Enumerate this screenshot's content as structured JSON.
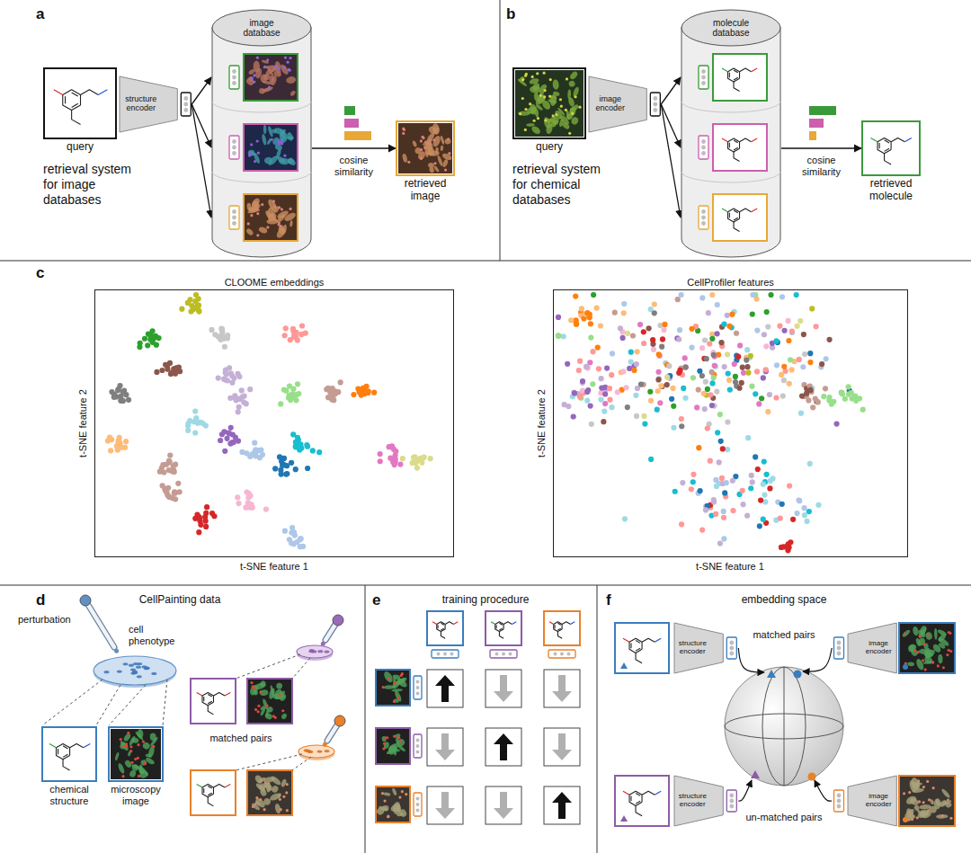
{
  "diagram": {
    "nodes": [
      {
        "text": [
          "query"
        ]
      },
      {
        "text": [
          "structure encoder"
        ]
      },
      {
        "text": [
          "image database"
        ]
      },
      {
        "text": [
          "retrieved image"
        ]
      },
      {
        "text": [
          "query"
        ]
      },
      {
        "text": [
          "image encoder"
        ]
      },
      {
        "text": [
          "molecule database"
        ]
      },
      {
        "text": [
          "retrieved molecule"
        ]
      },
      {
        "text": [
          "CLOOME embeddings"
        ]
      },
      {
        "text": [
          "CellProfiler features"
        ]
      },
      {
        "text": [
          "chemical structure"
        ]
      },
      {
        "text": [
          "microscopy image"
        ]
      },
      {
        "text": [
          "structure encoder"
        ]
      },
      {
        "text": [
          "image encoder"
        ]
      },
      {
        "text": [
          "structure encoder"
        ]
      },
      {
        "text": [
          "image encoder"
        ]
      }
    ],
    "edges": [
      {
        "from": 1,
        "to": 2,
        "arrow": "to"
      },
      {
        "from": 2,
        "to": 3,
        "label": "cosine similarity",
        "arrow": "to"
      },
      {
        "from": 5,
        "to": 6,
        "arrow": "to"
      },
      {
        "from": 6,
        "to": 7,
        "label": "cosine similarity",
        "arrow": "to"
      }
    ],
    "labels": [
      "a",
      "retrieval system for image databases",
      "b",
      "retrieval system for chemical databases",
      "c",
      "t-SNE feature 2",
      "t-SNE feature 1",
      "t-SNE feature 2",
      "t-SNE feature 1",
      "d",
      "CellPainting data",
      "perturbation",
      "cell phenotype",
      "matched pairs",
      "e",
      "training procedure",
      "f",
      "embedding space",
      "matched pairs",
      "un-matched pairs"
    ]
  }
}
